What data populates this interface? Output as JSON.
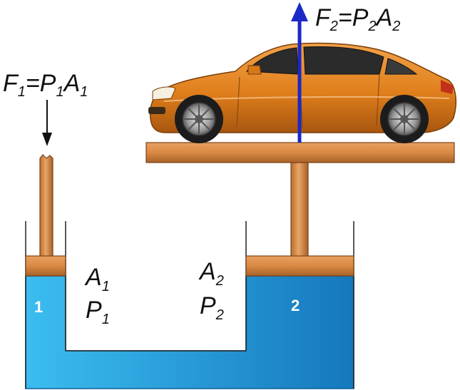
{
  "colors": {
    "fluid": "#29a9e0",
    "fluid_dark": "#1276b8",
    "piston": "#d98a44",
    "piston_dark": "#8a4e1c",
    "arrow_up": "#1a28c8",
    "car_body": "#e07f1c"
  },
  "small_piston": {
    "force_eq": {
      "F": "F",
      "F_sub": "1",
      "eq": "=",
      "P": "P",
      "P_sub": "1",
      "A": "A",
      "A_sub": "1"
    },
    "area": {
      "sym": "A",
      "sub": "1"
    },
    "pressure": {
      "sym": "P",
      "sub": "1"
    },
    "number": "1"
  },
  "large_piston": {
    "force_eq": {
      "F": "F",
      "F_sub": "2",
      "eq": "=",
      "P": "P",
      "P_sub": "2",
      "A": "A",
      "A_sub": "2"
    },
    "area": {
      "sym": "A",
      "sub": "2"
    },
    "pressure": {
      "sym": "P",
      "sub": "2"
    },
    "number": "2"
  },
  "icons": [
    "car-icon",
    "down-arrow-icon",
    "up-arrow-icon"
  ]
}
